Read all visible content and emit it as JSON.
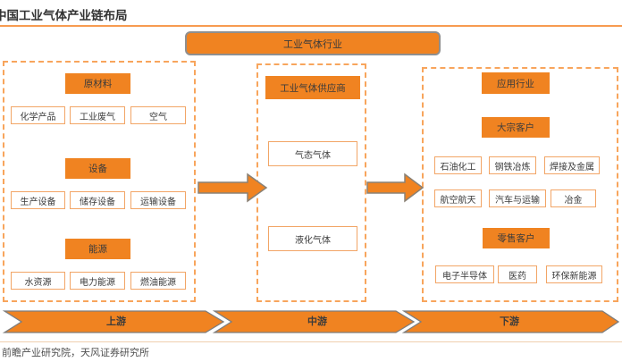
{
  "page": {
    "title": "中国工业气体产业链布局",
    "source": "前瞻产业研究院，天风证券研究所"
  },
  "industry": {
    "label": "工业气体行业"
  },
  "colors": {
    "accent_orange": "#F08321",
    "dashed_border": "#F8A55C",
    "node_border": "#F2A566",
    "outline_gray": "#7D7D7D",
    "text_dark": "#3B3B3B"
  },
  "columns": [
    {
      "stage_label": "上游",
      "groups": [
        {
          "header": "原材料",
          "items": [
            "化学产品",
            "工业废气",
            "空气"
          ]
        },
        {
          "header": "设备",
          "items": [
            "生产设备",
            "储存设备",
            "运输设备"
          ]
        },
        {
          "header": "能源",
          "items": [
            "水资源",
            "电力能源",
            "燃油能源"
          ]
        }
      ]
    },
    {
      "stage_label": "中游",
      "header": "工业气体供应商",
      "items": [
        "气态气体",
        "液化气体"
      ]
    },
    {
      "stage_label": "下游",
      "groups": [
        {
          "header": "应用行业",
          "items": []
        },
        {
          "header": "大宗客户",
          "items": [
            "石油化工",
            "钢铁冶炼",
            "焊接及金属",
            "航空航天",
            "汽车与运输",
            "冶金"
          ]
        },
        {
          "header": "零售客户",
          "items": [
            "电子半导体",
            "医药",
            "环保新能源"
          ]
        }
      ]
    }
  ]
}
